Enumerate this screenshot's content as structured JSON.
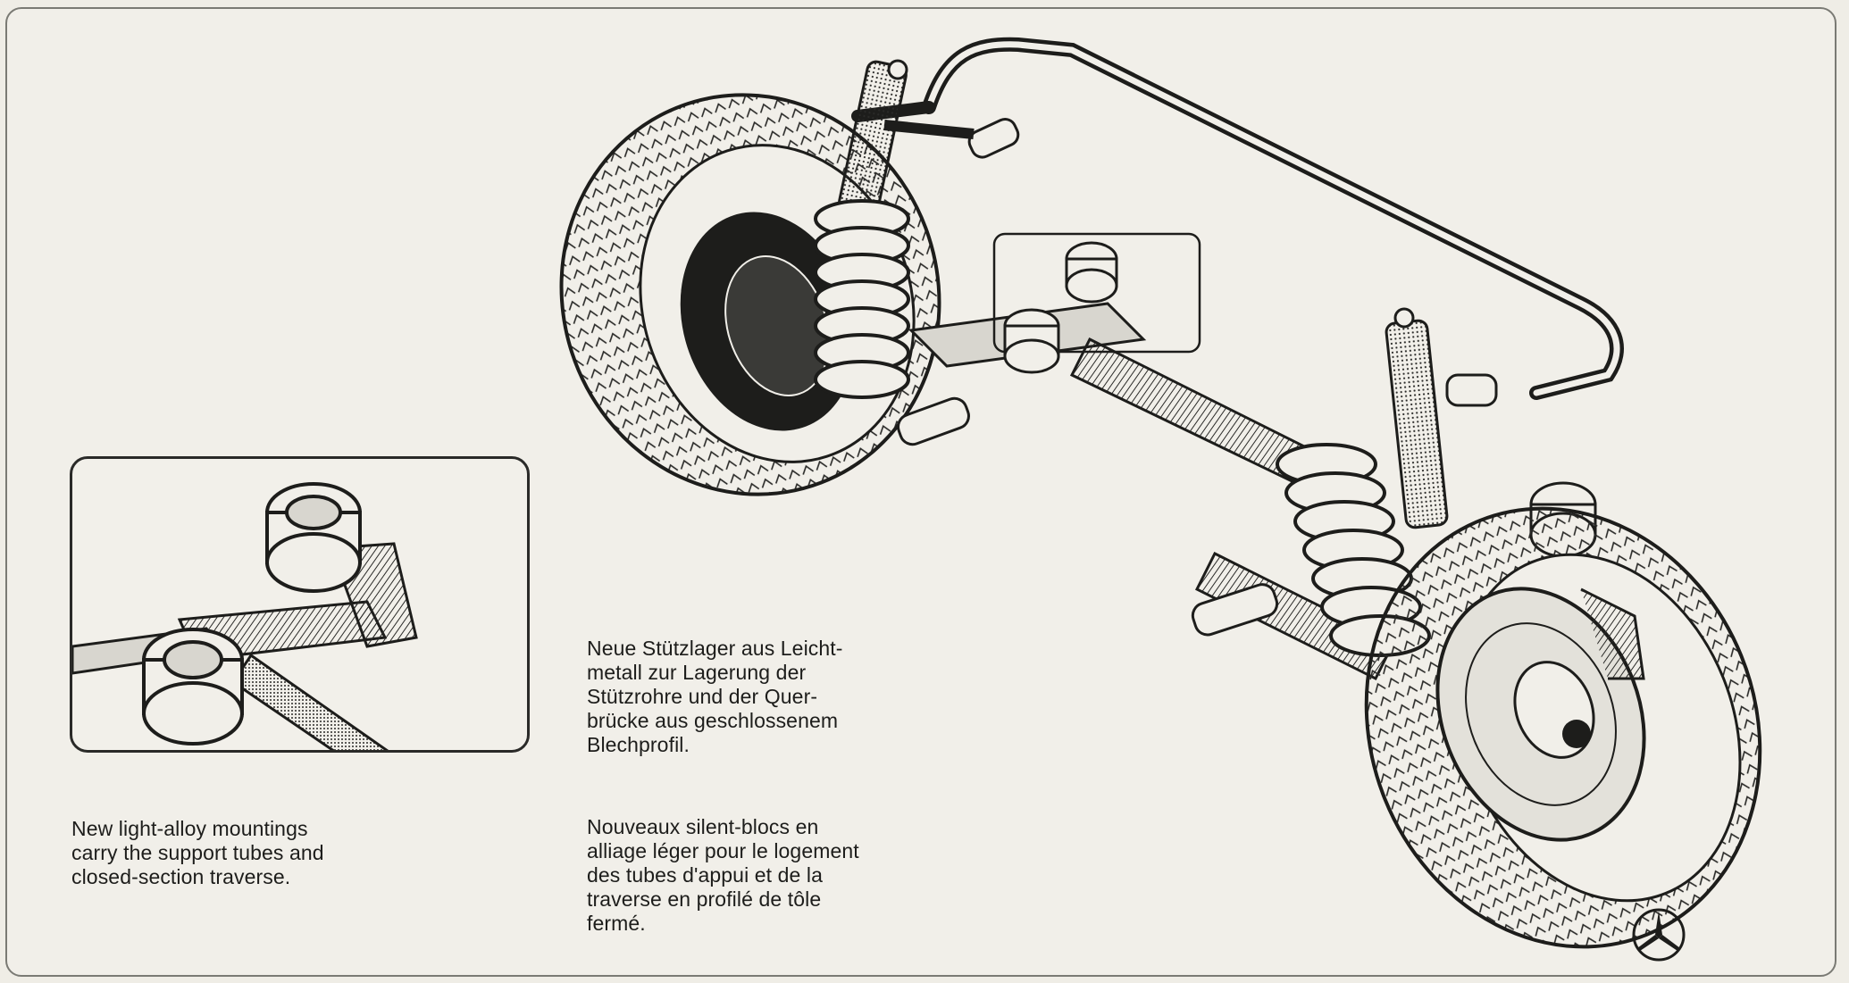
{
  "captions": {
    "de": "Neue Stützlager aus Leicht-\nmetall zur Lagerung der\nStützrohre und der Quer-\nbrücke aus geschlossenem\nBlechprofil.",
    "en": "New light-alloy mountings\ncarry the support tubes and\nclosed-section traverse.",
    "fr": "Nouveaux silent-blocs en\nalliage léger pour le logement\ndes tubes d'appui et de la\ntraverse en profilé de tôle\nfermé."
  },
  "icons": {
    "logo": "three-pointed-star-icon",
    "illustration": "front-axle-suspension-drawing"
  },
  "colors": {
    "background": "#f1efe9",
    "ink": "#1d1d1b"
  }
}
